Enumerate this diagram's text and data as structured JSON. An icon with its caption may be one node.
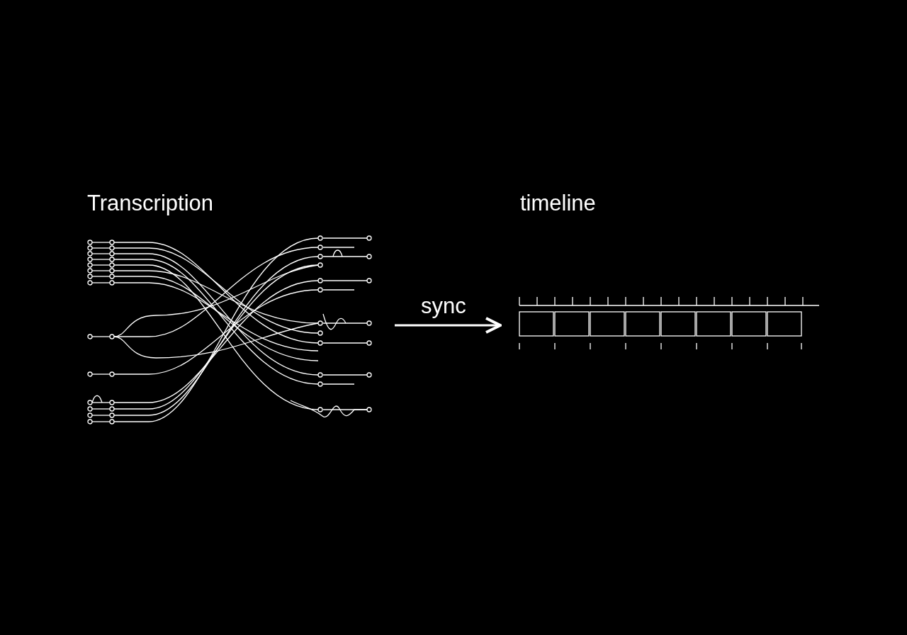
{
  "diagram": {
    "nodes": [
      {
        "text": [
          "Transcription"
        ]
      },
      {
        "text": [
          "timeline"
        ]
      }
    ],
    "edges": [
      {
        "from": 0,
        "to": 1,
        "arrow": "to",
        "label": "sync"
      }
    ]
  }
}
